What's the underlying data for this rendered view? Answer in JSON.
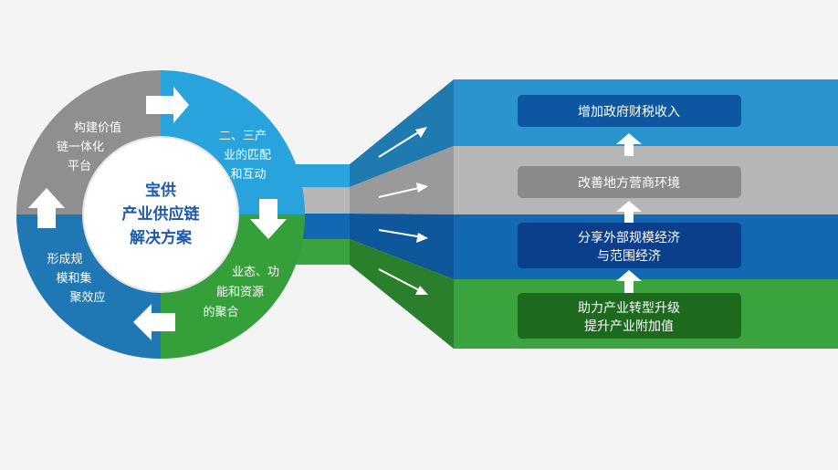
{
  "center_title": [
    "宝供",
    "产业供应链",
    "解决方案"
  ],
  "segments": [
    {
      "id": "top-left",
      "color": "#8f8f8f",
      "lines": [
        "构建价值",
        "链一体化",
        "平台"
      ]
    },
    {
      "id": "top-right",
      "color": "#29a3dc",
      "lines": [
        "二、三产",
        "业的匹配",
        "和互动"
      ]
    },
    {
      "id": "bottom-right",
      "color": "#35a03a",
      "lines": [
        "业态、功",
        "能和资源",
        "的聚合"
      ]
    },
    {
      "id": "bottom-left",
      "color": "#1f78b4",
      "lines": [
        "形成规",
        "模和集",
        "聚效应"
      ]
    }
  ],
  "bands": [
    {
      "color": "#2a94cf",
      "dark": "#1f7ab0",
      "box_color": "#0d57a0",
      "lines": [
        "增加政府财税收入"
      ]
    },
    {
      "color": "#b6b6b6",
      "dark": "#9a9a9a",
      "box_color": "#8a8a8a",
      "lines": [
        "改善地方营商环境"
      ]
    },
    {
      "color": "#1268b3",
      "dark": "#0e579a",
      "box_color": "#0b3f8c",
      "lines": [
        "分享外部规模经济",
        "与范围经济"
      ]
    },
    {
      "color": "#3ba33f",
      "dark": "#2a7f2d",
      "box_color": "#1d6a1f",
      "lines": [
        "助力产业转型升级",
        "提升产业附加值"
      ]
    }
  ],
  "colors": {
    "center_circle": "#ffffff",
    "arrow": "#ffffff",
    "background": "#f4f4f4"
  }
}
